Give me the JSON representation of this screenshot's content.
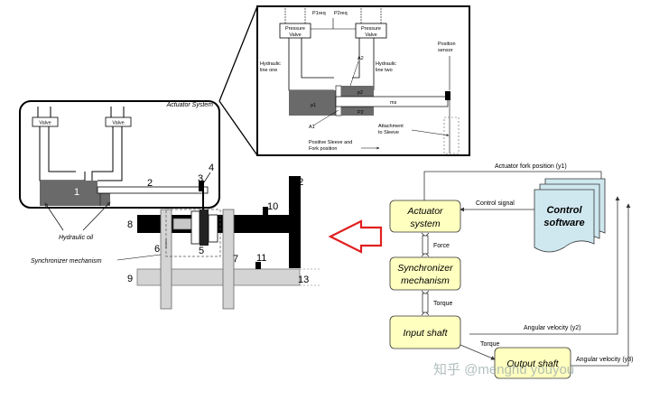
{
  "left_system": {
    "valve_left": "Valve",
    "valve_right": "Valve",
    "actuator_system": "Actuator System",
    "hydraulic_oil": "Hydraulic oil",
    "synchronizer_mechanism": "Synchronizer mechanism",
    "numbers": {
      "n1": "1",
      "n2": "2",
      "n3": "3",
      "n4": "4",
      "n5": "5",
      "n6": "6",
      "n7": "7",
      "n8": "8",
      "n9": "9",
      "n10": "10",
      "n11": "11",
      "n12": "12",
      "n13": "13"
    }
  },
  "inset": {
    "p_freq1": "P1req",
    "p_freq2": "P2req",
    "pressure_valve_left_1": "Pressure",
    "pressure_valve_left_2": "Valve",
    "pressure_valve_right_1": "Pressure",
    "pressure_valve_right_2": "Valve",
    "hyd_line_one_1": "Hydraulic",
    "hyd_line_one_2": "line one",
    "hyd_line_two_1": "Hydraulic",
    "hyd_line_two_2": "line two",
    "a2": "A2",
    "p2_top": "p2",
    "p1": "p1",
    "p2_bot": "P2",
    "ms": "ms",
    "a1": "A1",
    "position_sensor_1": "Position",
    "position_sensor_2": "sensor",
    "attach_1": "Attachment",
    "attach_2": "to Sleeve",
    "pos_sleeve_1": "Positive Sleeve and",
    "pos_sleeve_2": "Fork position"
  },
  "flow": {
    "actuator_1": "Actuator",
    "actuator_2": "system",
    "synch_1": "Synchronizer",
    "synch_2": "mechanism",
    "input_shaft": "Input shaft",
    "output_shaft": "Output shaft",
    "control_1": "Control",
    "control_2": "software",
    "fork_position": "Actuator fork position (y1)",
    "control_signal": "Control signal",
    "force": "Force",
    "torque1": "Torque",
    "torque2": "Torque",
    "angular_y2": "Angular velocity (y2)",
    "angular_y3": "Angular velocity (y3)"
  },
  "watermark": "知乎 @menghu youyou",
  "colors": {
    "box_fill": "#ffffc0",
    "doc_fill": "#cfe8f0",
    "arrow_red": "#e02020",
    "oil_dark": "#6a6a6a",
    "shaft_light": "#d4d4d4"
  }
}
